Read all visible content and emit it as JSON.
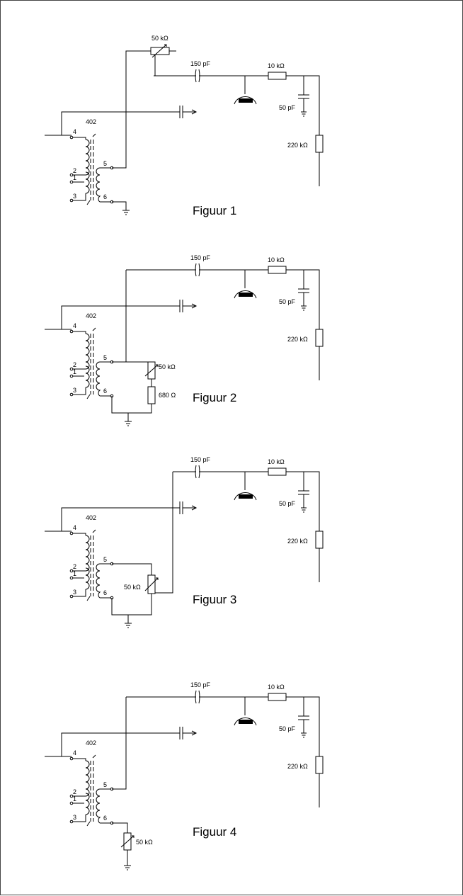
{
  "figures": [
    {
      "title": "Figuur 1",
      "transformer": "402",
      "pins": [
        "4",
        "2",
        "1",
        "3",
        "5",
        "6"
      ],
      "potentiometer": "50 kΩ",
      "coupling_capacitor": "150 pF",
      "series_resistor": "10 kΩ",
      "shunt_capacitor": "50 pF",
      "load_resistor": "220 kΩ"
    },
    {
      "title": "Figuur 2",
      "transformer": "402",
      "pins": [
        "4",
        "2",
        "1",
        "3",
        "5",
        "6"
      ],
      "potentiometer": "50 kΩ",
      "extra_resistor": "680 Ω",
      "coupling_capacitor": "150 pF",
      "series_resistor": "10 kΩ",
      "shunt_capacitor": "50 pF",
      "load_resistor": "220 kΩ"
    },
    {
      "title": "Figuur 3",
      "transformer": "402",
      "pins": [
        "4",
        "2",
        "1",
        "3",
        "5",
        "6"
      ],
      "potentiometer": "50 kΩ",
      "coupling_capacitor": "150 pF",
      "series_resistor": "10 kΩ",
      "shunt_capacitor": "50 pF",
      "load_resistor": "220 kΩ"
    },
    {
      "title": "Figuur 4",
      "transformer": "402",
      "pins": [
        "4",
        "2",
        "1",
        "3",
        "5",
        "6"
      ],
      "potentiometer": "50 kΩ",
      "coupling_capacitor": "150 pF",
      "series_resistor": "10 kΩ",
      "shunt_capacitor": "50 pF",
      "load_resistor": "220 kΩ"
    }
  ]
}
